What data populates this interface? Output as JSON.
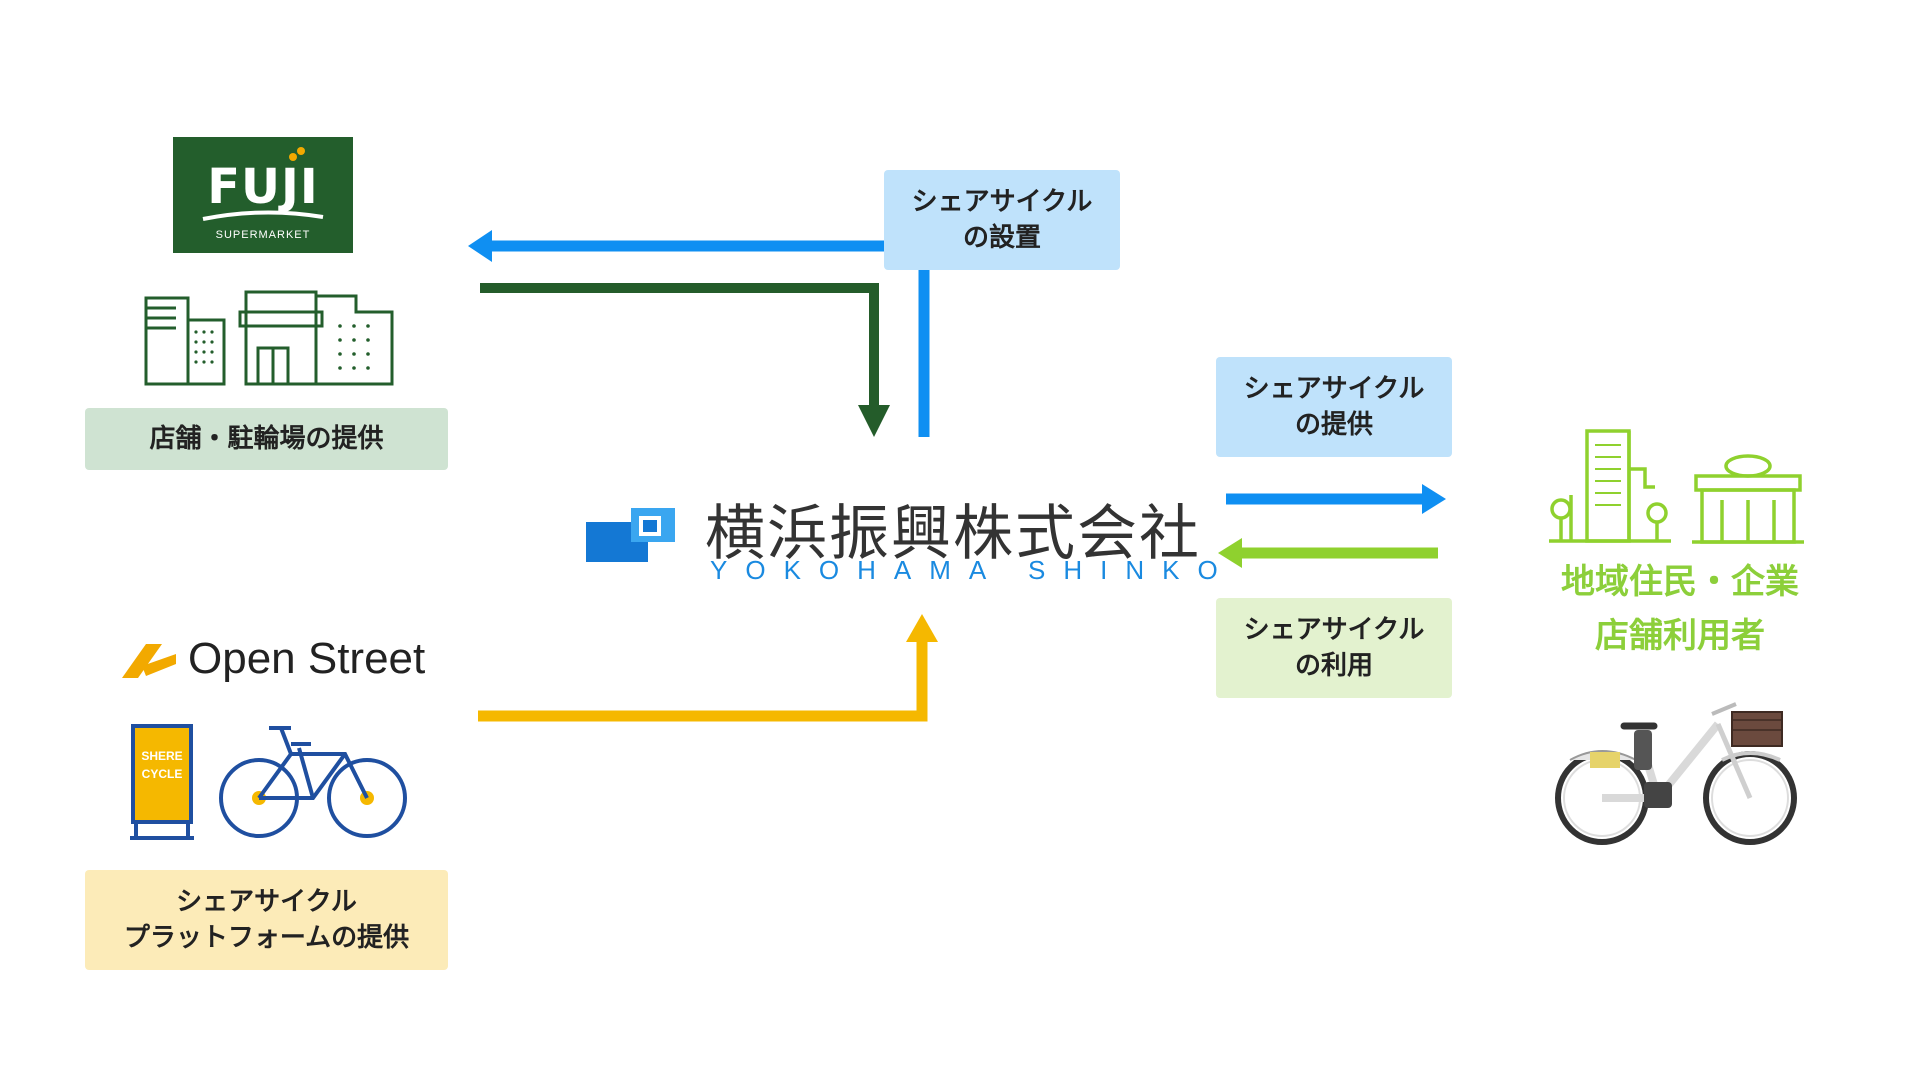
{
  "fuji": {
    "logo_text": "FUJI",
    "logo_sub": "SUPERMARKET",
    "box_label": "店舗・駐輪場の提供"
  },
  "openstreet": {
    "logo_text": "Open Street",
    "sign_text": [
      "SHERE",
      "CYCLE"
    ],
    "box_lines": [
      "シェアサイクル",
      "プラットフォームの提供"
    ]
  },
  "center": {
    "name_jp": "横浜振興株式会社",
    "name_en": "YOKOHAMA SHINKO"
  },
  "labels": {
    "install": [
      "シェアサイクル",
      "の設置"
    ],
    "provide": [
      "シェアサイクル",
      "の提供"
    ],
    "use": [
      "シェアサイクル",
      "の利用"
    ]
  },
  "residents": [
    "地域住民・企業",
    "店舗利用者"
  ],
  "colors": {
    "blue_arrow": "#0f8ff2",
    "green_arrow": "#245c2a",
    "yellow_arrow": "#f5b800",
    "lime_arrow": "#8fd12e",
    "fuji_box": "#cfe3d2",
    "os_box": "#fcebb8",
    "blue_box": "#bfe2fb",
    "lime_box": "#e3f2cf"
  },
  "icons": [
    "buildings-icon",
    "shop-icon",
    "bicycle-icon",
    "share-cycle-sign-icon",
    "city-icon",
    "store-icon",
    "e-bike-icon",
    "yokohama-shinko-logo-icon",
    "openstreet-logo-icon"
  ]
}
